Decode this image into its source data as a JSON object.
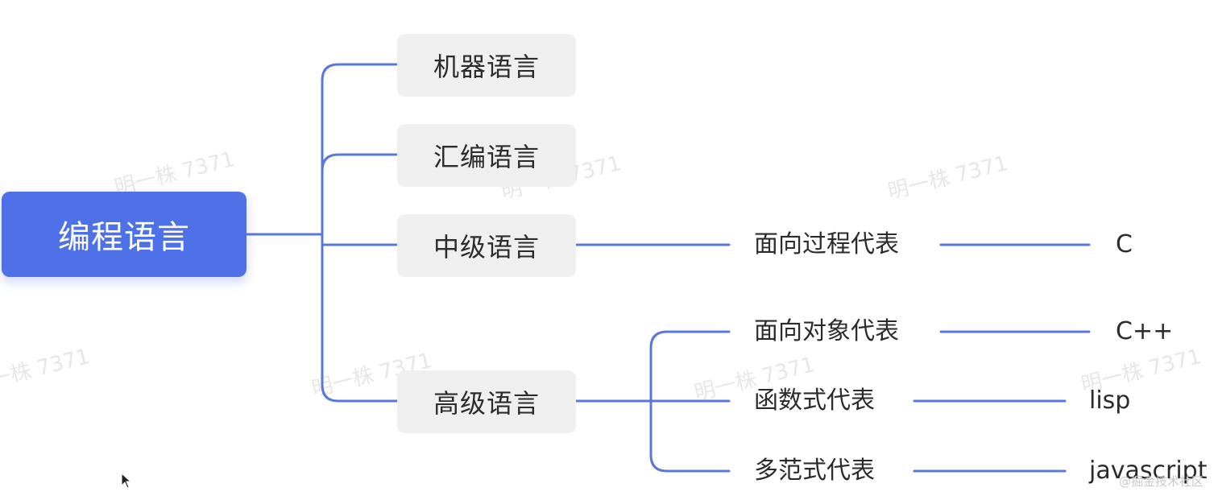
{
  "root": {
    "label": "编程语言"
  },
  "levels": [
    {
      "id": "machine",
      "label": "机器语言"
    },
    {
      "id": "assembly",
      "label": "汇编语言"
    },
    {
      "id": "mid",
      "label": "中级语言"
    },
    {
      "id": "high",
      "label": "高级语言"
    }
  ],
  "paradigms": [
    {
      "id": "procedural",
      "label": "面向过程代表",
      "example": "C"
    },
    {
      "id": "oop",
      "label": "面向对象代表",
      "example": "C++"
    },
    {
      "id": "functional",
      "label": "函数式代表",
      "example": "lisp"
    },
    {
      "id": "multi",
      "label": "多范式代表",
      "example": "javascript"
    }
  ],
  "watermark": {
    "text": "明一株 7371"
  },
  "corner_mark": {
    "text": "@掘金技术社区"
  },
  "colors": {
    "root_bg": "#4f71e8",
    "node_bg": "#efefef",
    "line": "#5a78dc",
    "text": "#2b2b2b"
  }
}
